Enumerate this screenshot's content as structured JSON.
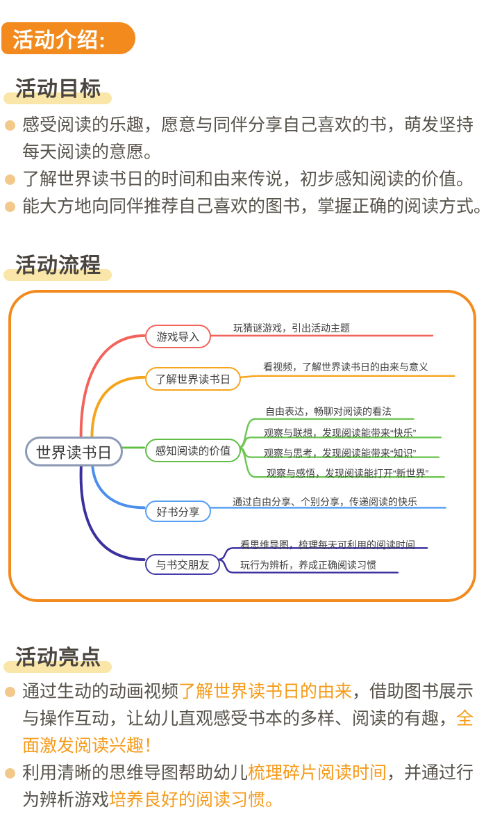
{
  "header": {
    "badge": "活动介绍:"
  },
  "goals": {
    "heading": "活动目标",
    "bullets": [
      {
        "lines": [
          "感受阅读的乐趣，愿意与同伴分享自己喜欢的书，萌发坚持",
          "每天阅读的意愿。"
        ]
      },
      {
        "lines": [
          "了解世界读书日的时间和由来传说，初步感知阅读的价值。"
        ]
      },
      {
        "lines": [
          "能大方地向同伴推荐自己喜欢的图书，掌握正确的阅读方式。"
        ]
      }
    ]
  },
  "process": {
    "heading": "活动流程"
  },
  "mindmap": {
    "root": "世界读书日",
    "branches": [
      {
        "label": "游戏导入",
        "color": "#F2635B",
        "children": [
          {
            "text": "玩猜谜游戏，引出活动主题"
          }
        ]
      },
      {
        "label": "了解世界读书日",
        "color": "#F7A41D",
        "children": [
          {
            "text": "看视频，了解世界读书日的由来与意义"
          }
        ]
      },
      {
        "label": "感知阅读的价值",
        "color": "#5FBE45",
        "children": [
          {
            "text": "自由表达，畅聊对阅读的看法"
          },
          {
            "text": "观察与联想，发现阅读能带来“快乐”"
          },
          {
            "text": "观察与思考，发现阅读能带来“知识”"
          },
          {
            "text": "观察与感悟，发现阅读能打开“新世界”"
          }
        ]
      },
      {
        "label": "好书分享",
        "color": "#57A0F2",
        "children": [
          {
            "text": "通过自由分享、个别分享，传递阅读的快乐"
          }
        ]
      },
      {
        "label": "与书交朋友",
        "color": "#443CA8",
        "children": [
          {
            "text": "看思维导图，梳理每天可利用的阅读时间"
          },
          {
            "text": "玩行为辨析，养成正确阅读习惯"
          }
        ]
      }
    ]
  },
  "highlights": {
    "heading": "活动亮点",
    "bullets": [
      {
        "lines": [
          {
            "runs": [
              {
                "t": "通过生动的动画视频"
              },
              {
                "t": "了解世界读书日的由来",
                "hl": true
              },
              {
                "t": "，借助图书展示"
              }
            ]
          },
          {
            "runs": [
              {
                "t": "与操作互动，让幼儿直观感受书本的多样、阅读的有趣，"
              },
              {
                "t": "全",
                "hl": true
              }
            ]
          },
          {
            "runs": [
              {
                "t": "面激发阅读兴趣！",
                "hl": true
              }
            ]
          }
        ]
      },
      {
        "lines": [
          {
            "runs": [
              {
                "t": "利用清晰的思维导图帮助幼儿"
              },
              {
                "t": "梳理碎片阅读时间",
                "hl": true
              },
              {
                "t": "，并通过行"
              }
            ]
          },
          {
            "runs": [
              {
                "t": "为辨析游戏"
              },
              {
                "t": "培养良好的阅读习惯。",
                "hl": true
              }
            ]
          }
        ]
      }
    ]
  },
  "colors": {
    "accent_orange": "#F28A1E",
    "highlight_text": "#F59A18",
    "marker_yellow": "#FAE6A9",
    "bullet_dot": "#F3C98B",
    "body_text": "#57534B",
    "branch_red": "#F2635B",
    "branch_amber": "#F7A41D",
    "branch_green": "#5FBE45",
    "branch_blue": "#57A0F2",
    "branch_indigo": "#443CA8",
    "root_border": "#8C9AB4"
  }
}
